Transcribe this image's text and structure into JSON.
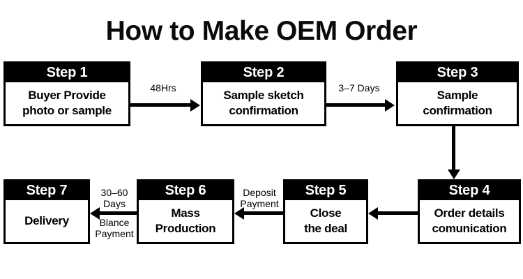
{
  "title": "How to Make OEM Order",
  "colors": {
    "header_bg": "#000000",
    "header_text": "#ffffff",
    "body_bg": "#ffffff",
    "body_text": "#000000",
    "arrow": "#000000",
    "page_bg": "#ffffff"
  },
  "steps": [
    {
      "id": "step-1",
      "header": "Step 1",
      "line1": "Buyer Provide",
      "line2": "photo or sample"
    },
    {
      "id": "step-2",
      "header": "Step 2",
      "line1": "Sample sketch",
      "line2": "confirmation"
    },
    {
      "id": "step-3",
      "header": "Step 3",
      "line1": "Sample",
      "line2": "confirmation"
    },
    {
      "id": "step-4",
      "header": "Step 4",
      "line1": "Order details",
      "line2": "comunication"
    },
    {
      "id": "step-5",
      "header": "Step 5",
      "line1": "Close",
      "line2": "the deal"
    },
    {
      "id": "step-6",
      "header": "Step 6",
      "line1": "Mass",
      "line2": "Production"
    },
    {
      "id": "step-7",
      "header": "Step 7",
      "line1": "Delivery",
      "line2": ""
    }
  ],
  "connectors": [
    {
      "id": "arrow-1-to-2",
      "from": "step-1",
      "to": "step-2",
      "direction": "right",
      "above_line1": "48Hrs",
      "above_line2": "",
      "below_line1": "",
      "below_line2": ""
    },
    {
      "id": "arrow-2-to-3",
      "from": "step-2",
      "to": "step-3",
      "direction": "right",
      "above_line1": "3–7 Days",
      "above_line2": "",
      "below_line1": "",
      "below_line2": ""
    },
    {
      "id": "arrow-3-to-4",
      "from": "step-3",
      "to": "step-4",
      "direction": "down",
      "above_line1": "",
      "above_line2": "",
      "below_line1": "",
      "below_line2": ""
    },
    {
      "id": "arrow-4-to-5",
      "from": "step-4",
      "to": "step-5",
      "direction": "left",
      "above_line1": "",
      "above_line2": "",
      "below_line1": "",
      "below_line2": ""
    },
    {
      "id": "arrow-5-to-6",
      "from": "step-5",
      "to": "step-6",
      "direction": "left",
      "above_line1": "Deposit",
      "above_line2": "Payment",
      "below_line1": "",
      "below_line2": ""
    },
    {
      "id": "arrow-6-to-7",
      "from": "step-6",
      "to": "step-7",
      "direction": "left",
      "above_line1": "30–60",
      "above_line2": "Days",
      "below_line1": "Blance",
      "below_line2": "Payment"
    }
  ]
}
